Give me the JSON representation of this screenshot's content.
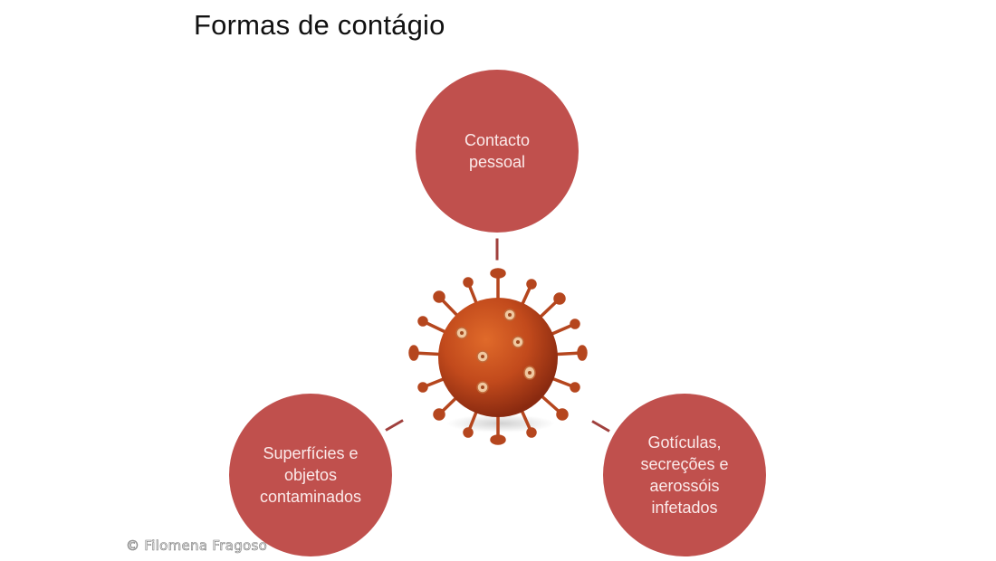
{
  "slide": {
    "title": "Formas de contágio",
    "credit": "© Filomena Fragoso"
  },
  "diagram": {
    "center_icon": "virus-icon",
    "node_color": "#C0504D",
    "connector_color": "#A0403D",
    "nodes": [
      {
        "id": "top",
        "label": "Contacto\npessoal"
      },
      {
        "id": "left",
        "label": "Superfícies e\nobjetos\ncontaminados"
      },
      {
        "id": "right",
        "label": "Gotículas,\nsecreções e\naerossóis\ninfetados"
      }
    ]
  }
}
